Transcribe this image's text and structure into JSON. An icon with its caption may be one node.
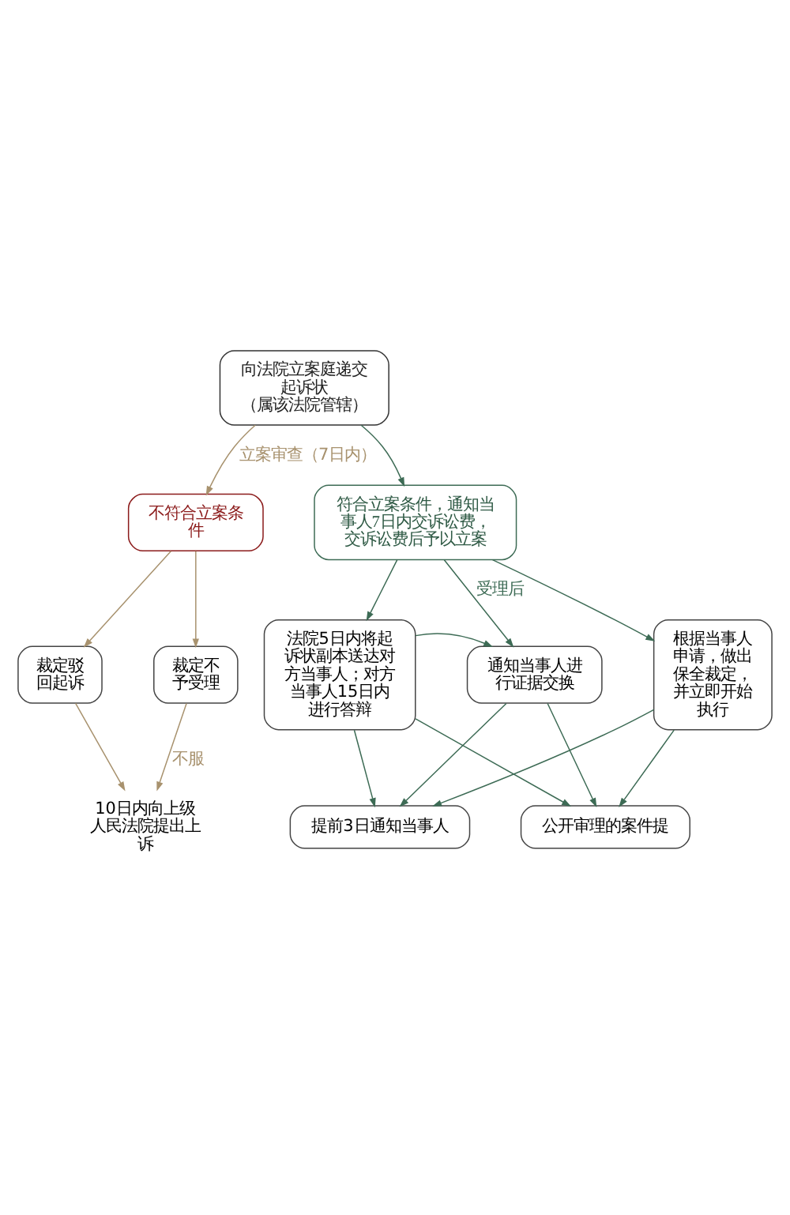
{
  "diagram": {
    "nodes": [
      {
        "text": [
          "向法院立案庭递交起诉状",
          "（属该法院管辖）"
        ]
      },
      {
        "text": [
          "不符合立案条件"
        ]
      },
      {
        "text": [
          "符合立案条件，通知当事人7日内交诉讼费，交诉讼费后予以立案"
        ]
      },
      {
        "text": [
          "裁定驳回起诉"
        ]
      },
      {
        "text": [
          "裁定不予受理"
        ]
      },
      {
        "text": [
          "10日内向上级人民法院提出上诉"
        ]
      },
      {
        "text": [
          "法院5日内将起诉状副本送达对方当事人；对方当事人15日内进行答辩"
        ]
      },
      {
        "text": [
          "通知当事人进行证据交换"
        ]
      },
      {
        "text": [
          "根据当事人申请，做出保全裁定，并立即开始执行"
        ]
      },
      {
        "text": [
          "提前3日通知当事人"
        ]
      },
      {
        "text": [
          "公开审理的案件提"
        ]
      }
    ],
    "edges": [
      {
        "from": 0,
        "to": 1,
        "arrow": "to",
        "label": "立案审查（7日内）",
        "color": "#a8926e"
      },
      {
        "from": 0,
        "to": 2,
        "arrow": "to"
      },
      {
        "from": 1,
        "to": 3,
        "arrow": "to",
        "color": "#a8926e"
      },
      {
        "from": 1,
        "to": 4,
        "arrow": "to",
        "color": "#a8926e"
      },
      {
        "from": 3,
        "to": 5,
        "arrow": "to",
        "color": "#a8926e"
      },
      {
        "from": 4,
        "to": 5,
        "arrow": "to",
        "label": "不服",
        "color": "#a8926e"
      },
      {
        "from": 2,
        "to": 6,
        "arrow": "to"
      },
      {
        "from": 2,
        "to": 7,
        "arrow": "to",
        "label": "受理后"
      },
      {
        "from": 2,
        "to": 8,
        "arrow": "to"
      },
      {
        "from": 6,
        "to": 7,
        "arrow": "to"
      },
      {
        "from": 6,
        "to": 9,
        "arrow": "to"
      },
      {
        "from": 6,
        "to": 10,
        "arrow": "to"
      },
      {
        "from": 7,
        "to": 9,
        "arrow": "to"
      },
      {
        "from": 7,
        "to": 10,
        "arrow": "to"
      },
      {
        "from": 8,
        "to": 9,
        "arrow": "to"
      },
      {
        "from": 8,
        "to": 10,
        "arrow": "to"
      }
    ]
  }
}
